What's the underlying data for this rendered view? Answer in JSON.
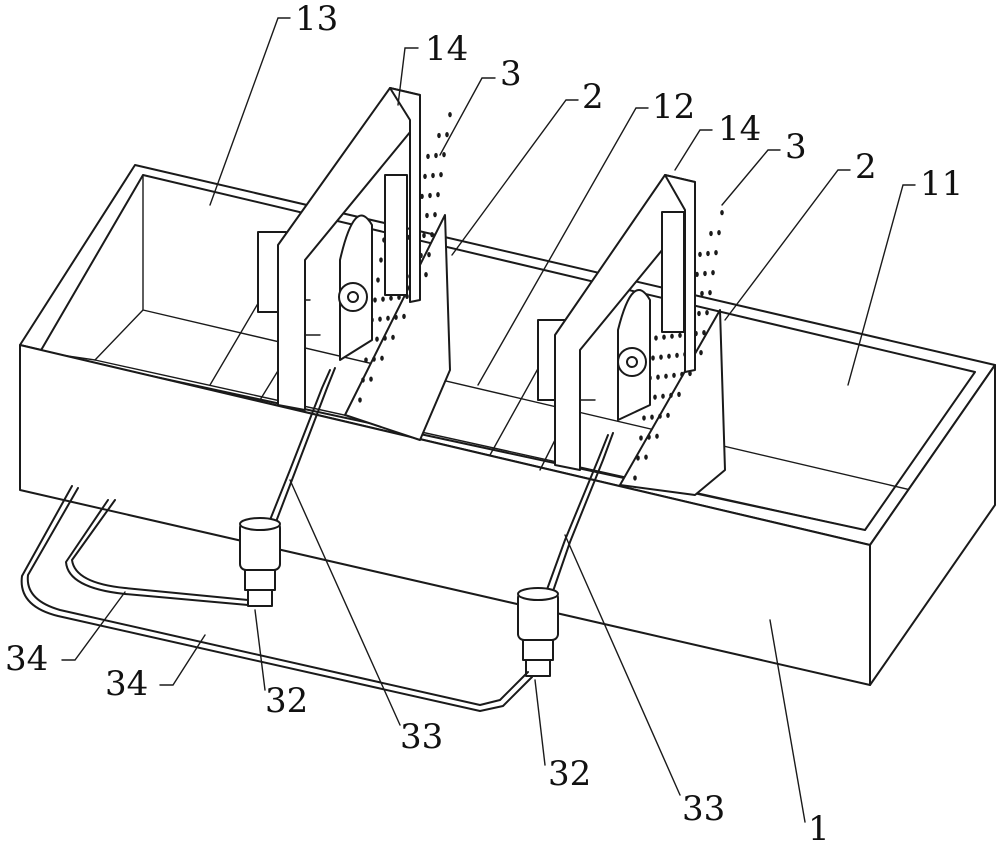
{
  "labels": {
    "tank_end": "13",
    "frame_left": "14",
    "driver_left": "3",
    "screen_left": "2",
    "middle_chamber": "12",
    "frame_right": "14",
    "driver_right": "3",
    "screen_right": "2",
    "tank_front": "11",
    "pipe_upper": "34",
    "pipe_lower": "34",
    "pump_left": "32",
    "hose_left": "33",
    "pump_right": "32",
    "hose_right": "33",
    "tank_body": "1"
  }
}
